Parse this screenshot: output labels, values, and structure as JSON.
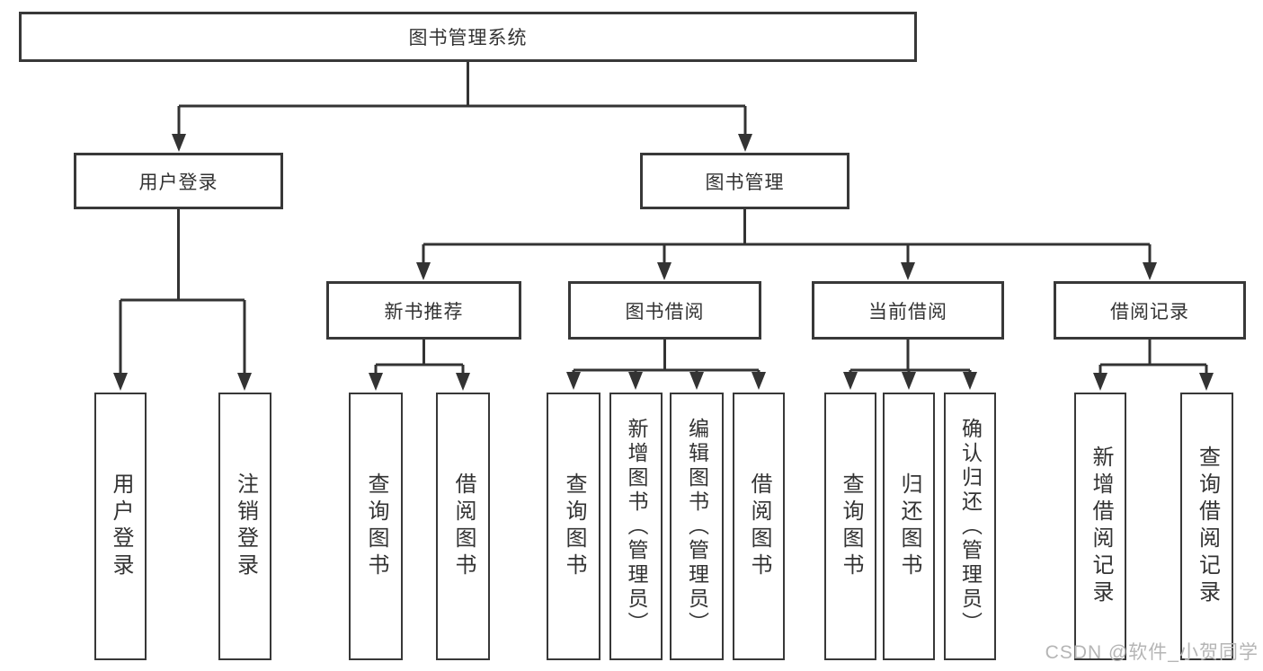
{
  "diagram": {
    "root": {
      "label": "图书管理系统"
    },
    "level2": {
      "user_login": {
        "label": "用户登录"
      },
      "book_management": {
        "label": "图书管理"
      }
    },
    "level3": {
      "new_book_recommend": {
        "label": "新书推荐"
      },
      "book_borrow": {
        "label": "图书借阅"
      },
      "current_borrow": {
        "label": "当前借阅"
      },
      "borrow_record": {
        "label": "借阅记录"
      }
    },
    "leaves": {
      "user_login": [
        "用户登录",
        "注销登录"
      ],
      "new_book_recommend": [
        "查询图书",
        "借阅图书"
      ],
      "book_borrow": [
        "查询图书",
        "新增图书（管理员）",
        "编辑图书（管理员）",
        "借阅图书"
      ],
      "current_borrow": [
        "查询图书",
        "归还图书",
        "确认归还（管理员）"
      ],
      "borrow_record": [
        "新增借阅记录",
        "查询借阅记录"
      ]
    },
    "colors": {
      "line": "#333333",
      "box_border": "#383838",
      "text": "#333333",
      "background": "#ffffff",
      "watermark": "#b5b5b5"
    }
  },
  "watermark": "CSDN @软件_小贺同学"
}
